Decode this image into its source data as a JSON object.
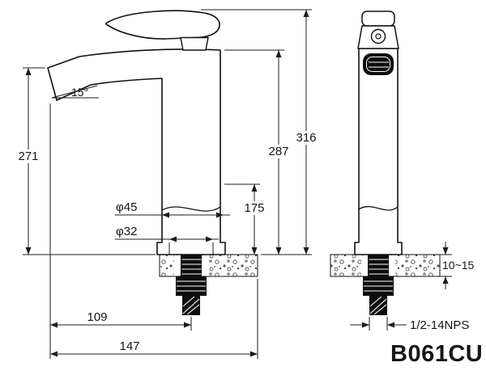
{
  "drawing": {
    "model": "B061CU",
    "side_view": {
      "spout_angle": "15°",
      "spout_height": "271",
      "total_height": "316",
      "body_height": "287",
      "lower_section_height": "175",
      "body_diameter": "φ45",
      "shank_diameter": "φ32",
      "spout_reach": "109",
      "overall_reach": "147"
    },
    "front_view": {
      "mounting_thickness": "10~15",
      "thread_spec": "1/2-14NPS"
    }
  }
}
